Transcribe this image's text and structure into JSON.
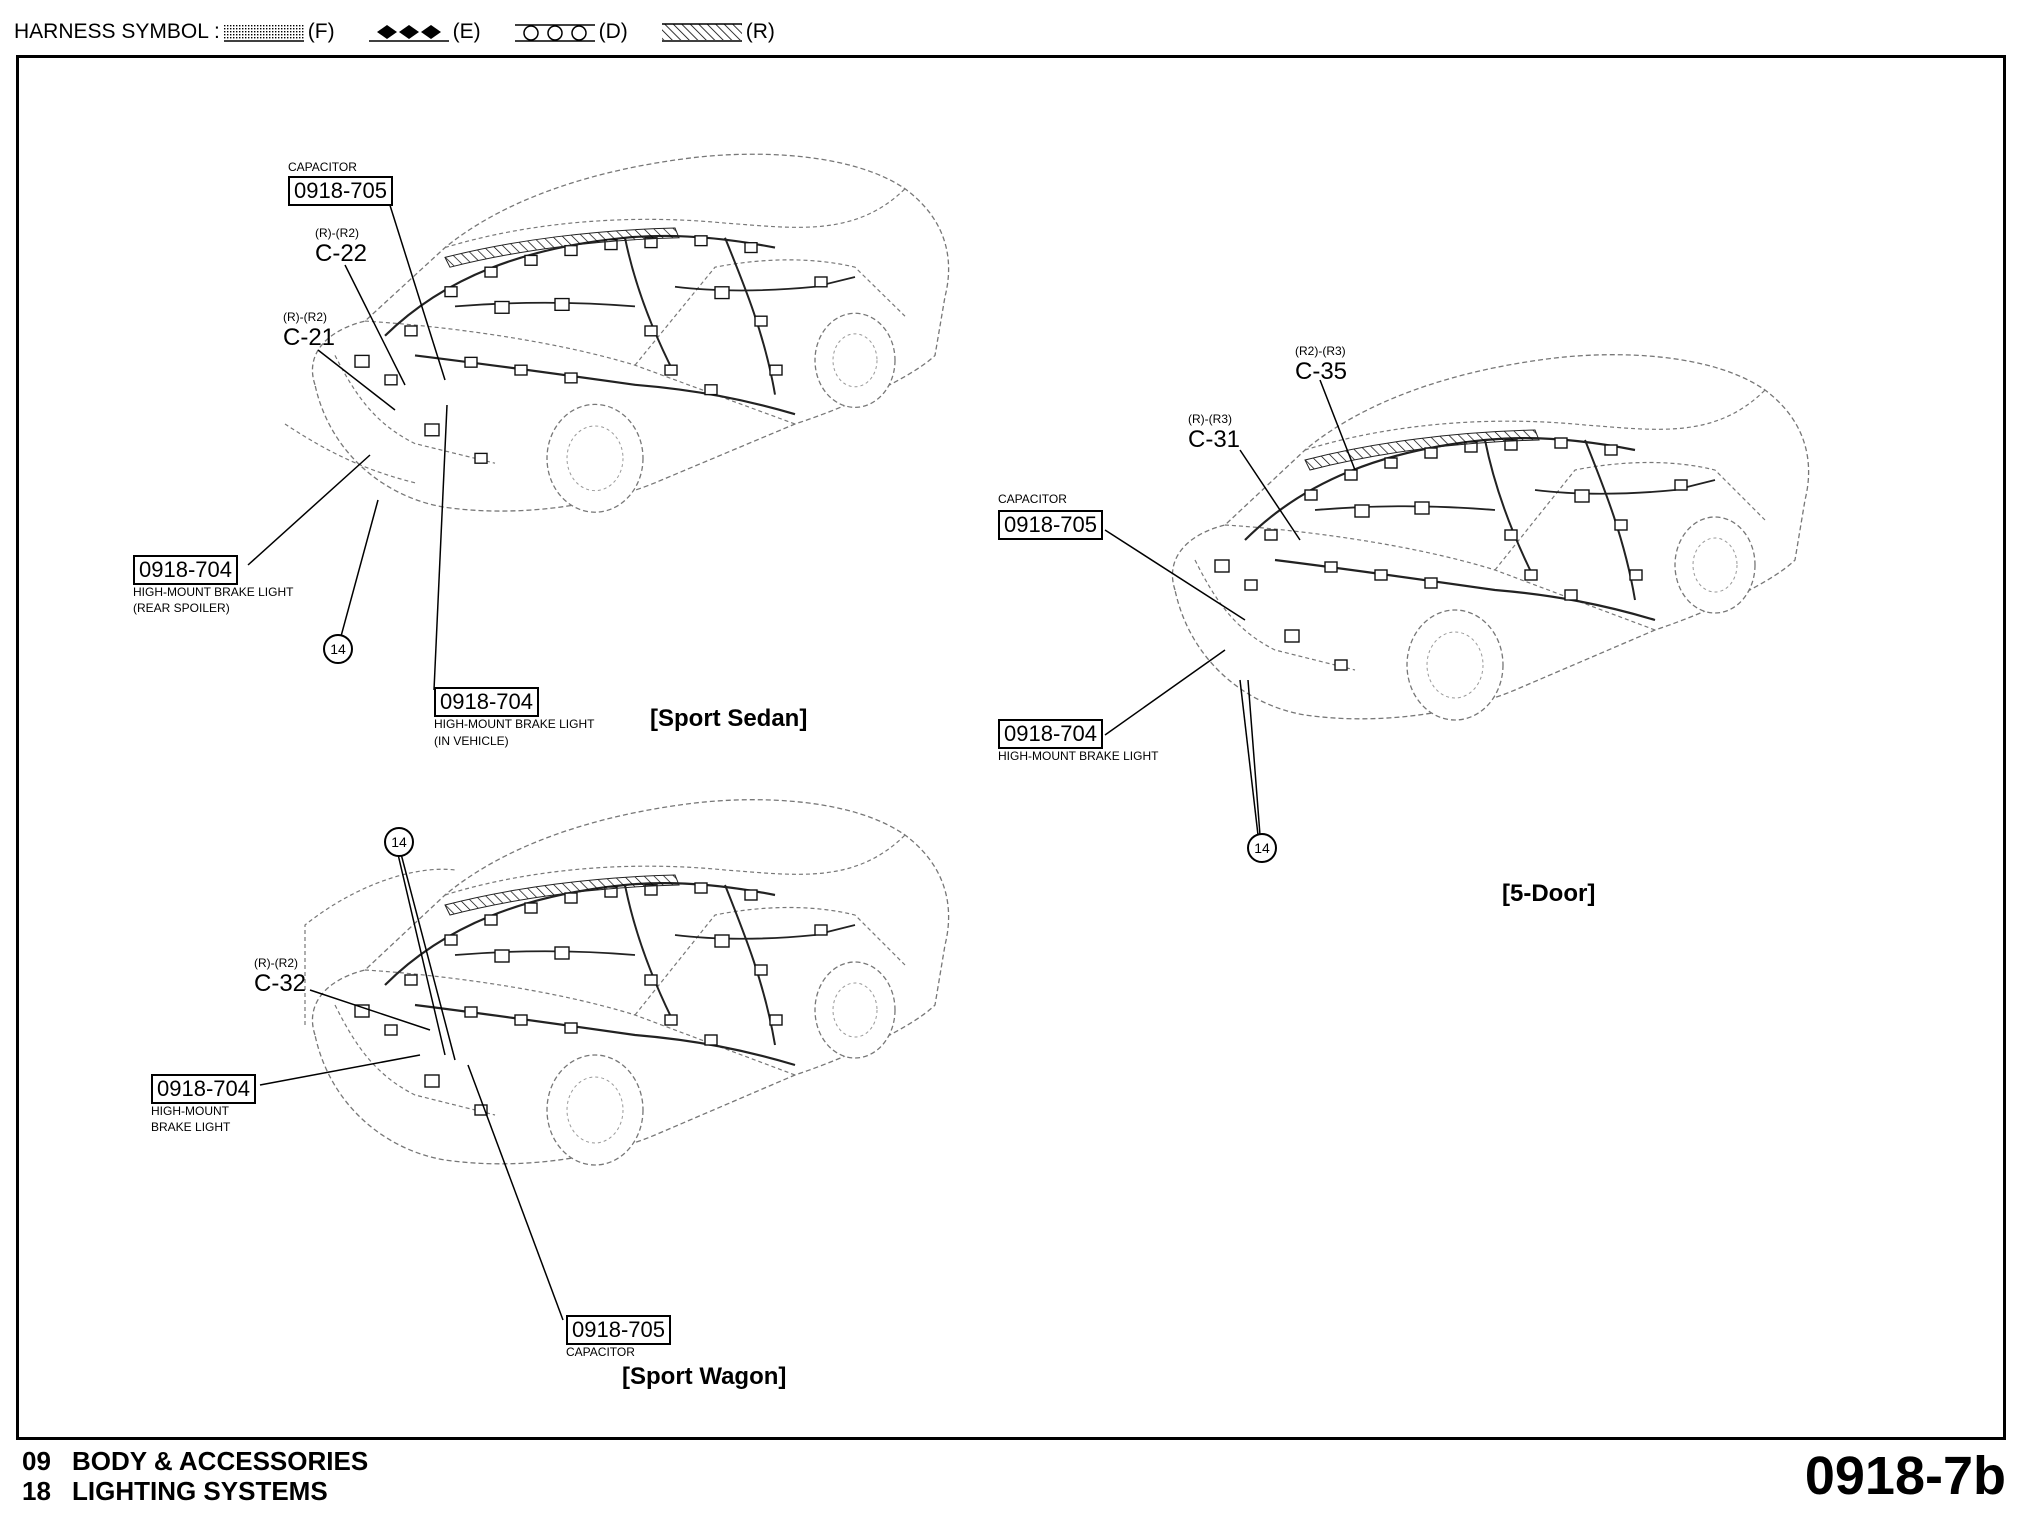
{
  "legend": {
    "label": "HARNESS SYMBOL :",
    "items": [
      {
        "code": "(F)",
        "pattern": "dotted"
      },
      {
        "code": "(E)",
        "pattern": "diamonds"
      },
      {
        "code": "(D)",
        "pattern": "circles"
      },
      {
        "code": "(R)",
        "pattern": "hatched"
      }
    ]
  },
  "sport_sedan": {
    "title": "[Sport Sedan]",
    "capacitor": {
      "label": "CAPACITOR",
      "ref": "0918-705"
    },
    "c22": {
      "sub": "(R)-(R2)",
      "code": "C-22"
    },
    "c21": {
      "sub": "(R)-(R2)",
      "code": "C-21"
    },
    "rear_spoiler": {
      "ref": "0918-704",
      "line1": "HIGH-MOUNT BRAKE LIGHT",
      "line2": "(REAR SPOILER)"
    },
    "in_vehicle": {
      "ref": "0918-704",
      "line1": "HIGH-MOUNT BRAKE LIGHT",
      "line2": "(IN VEHICLE)"
    },
    "ground": "14"
  },
  "five_door": {
    "title": "[5-Door]",
    "c35": {
      "sub": "(R2)-(R3)",
      "code": "C-35"
    },
    "c31": {
      "sub": "(R)-(R3)",
      "code": "C-31"
    },
    "capacitor": {
      "label": "CAPACITOR",
      "ref": "0918-705"
    },
    "brake": {
      "ref": "0918-704",
      "line1": "HIGH-MOUNT BRAKE LIGHT"
    },
    "ground": "14"
  },
  "sport_wagon": {
    "title": "[Sport Wagon]",
    "c32": {
      "sub": "(R)-(R2)",
      "code": "C-32"
    },
    "brake": {
      "ref": "0918-704",
      "line1": "HIGH-MOUNT",
      "line2": "BRAKE LIGHT"
    },
    "capacitor": {
      "label": "CAPACITOR",
      "ref": "0918-705"
    },
    "ground": "14"
  },
  "footer": {
    "section_num": "09",
    "section_name": "BODY & ACCESSORIES",
    "sub_num": "18",
    "sub_name": "LIGHTING SYSTEMS",
    "page": "0918-7b"
  }
}
